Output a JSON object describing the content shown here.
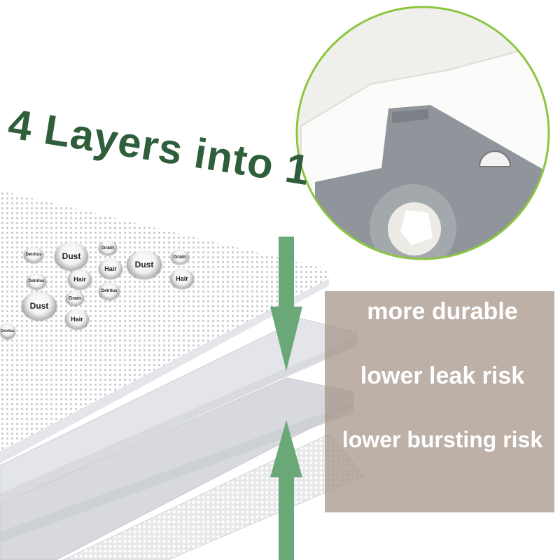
{
  "headline": "4 Layers into 1",
  "benefits": [
    "more durable",
    "lower leak risk",
    "lower bursting risk"
  ],
  "particles": [
    {
      "label": "Detritus",
      "size": "s"
    },
    {
      "label": "Dust",
      "size": "l"
    },
    {
      "label": "Grain",
      "size": "s"
    },
    {
      "label": "Hair",
      "size": "m"
    },
    {
      "label": "Dust",
      "size": "l"
    },
    {
      "label": "Grain",
      "size": "s"
    },
    {
      "label": "Detritus",
      "size": "s"
    },
    {
      "label": "Hair",
      "size": "m"
    },
    {
      "label": "Hair",
      "size": "m"
    },
    {
      "label": "Detritus",
      "size": "s"
    },
    {
      "label": "Dust",
      "size": "l"
    },
    {
      "label": "Grain",
      "size": "s"
    },
    {
      "label": "Hair",
      "size": "m"
    },
    {
      "label": "Detritus",
      "size": "s"
    }
  ],
  "colors": {
    "headline": "#2e5e3a",
    "arrow": "#6aa878",
    "panel": "#a6968a",
    "circle_border": "#8cc63f",
    "benefit_text": "#ffffff"
  }
}
